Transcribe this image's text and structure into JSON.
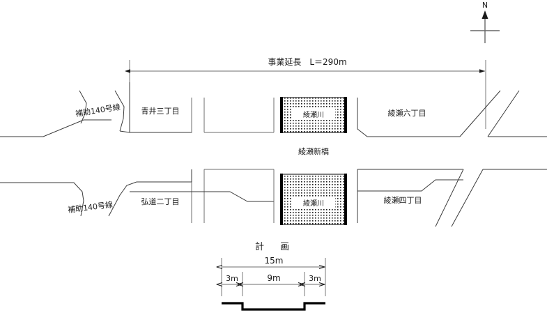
{
  "drawing": {
    "title": "事業延長　L＝290m",
    "project_length_m": 290,
    "north_label": "N",
    "bridge_label": "綾瀬新橋",
    "river_label_upper": "綾瀬川",
    "river_label_lower": "綾瀬川",
    "route_label_upper": "補助140号線",
    "route_label_lower": "補助140号線",
    "places": {
      "upper_left": "青井三丁目",
      "upper_right": "綾瀬六丁目",
      "lower_left": "弘道二丁目",
      "lower_right": "綾瀬四丁目"
    }
  },
  "section": {
    "title": "計　画",
    "total_label": "15m",
    "left_walk_label": "3m",
    "carriageway_label": "9m",
    "right_walk_label": "3m",
    "total_m": 15,
    "left_walk_m": 3,
    "carriageway_m": 9,
    "right_walk_m": 3
  },
  "colors": {
    "line": "#3a3a3a",
    "dimension": "#6e6e6e",
    "heavy": "#000000",
    "text": "#1a1a1a",
    "background": "#ffffff"
  }
}
